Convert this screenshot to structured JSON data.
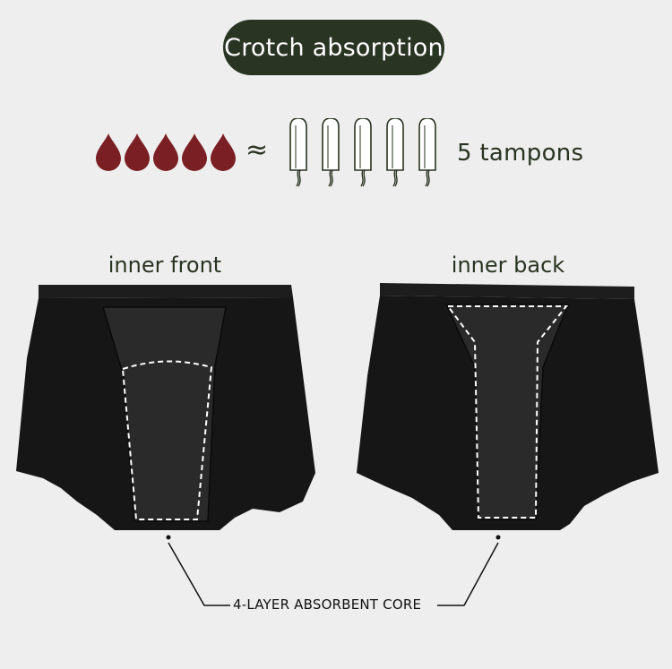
{
  "title": "Crotch absorption",
  "equivalence": {
    "drop_count": 5,
    "drop_color": "#7a1f24",
    "approx_symbol": "≈",
    "tampon_count": 5,
    "tampon_label": "5 tampons"
  },
  "panels": {
    "front_label": "inner front",
    "back_label": "inner back"
  },
  "garment_color": "#161616",
  "core_label": "4-LAYER ABSORBENT CORE"
}
